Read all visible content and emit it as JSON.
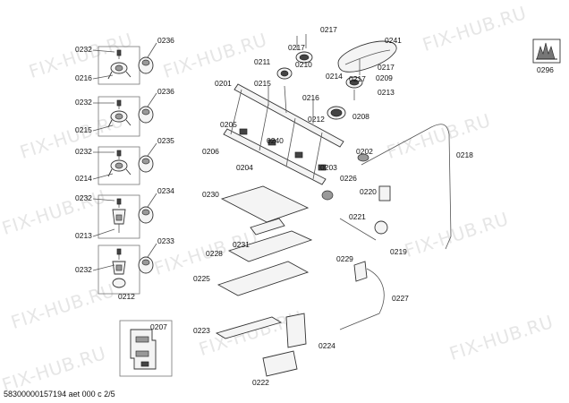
{
  "watermark": "FIX-HUB.RU",
  "footer_text": "58300000157194 aet 000 c 2/5",
  "labels": {
    "l0296": "0296",
    "l0241": "0241",
    "l0217a": "0217",
    "l0217b": "0217",
    "l0217c": "0217",
    "l0217d": "0217",
    "l0211": "0211",
    "l0210": "0210",
    "l0214": "0214",
    "l0209": "0209",
    "l0215": "0215",
    "l0216": "0216",
    "l0213": "0213",
    "l0201": "0201",
    "l0212": "0212",
    "l0208": "0208",
    "l0205": "0205",
    "l0240": "0240",
    "l0202": "0202",
    "l0206": "0206",
    "l0204": "0204",
    "l0203": "0203",
    "l0218": "0218",
    "l0226": "0226",
    "l0230": "0230",
    "l0220": "0220",
    "l0221": "0221",
    "l0219": "0219",
    "l0231": "0231",
    "l0228": "0228",
    "l0229": "0229",
    "l0225": "0225",
    "l0227": "0227",
    "l0207": "0207",
    "l0223": "0223",
    "l0224": "0224",
    "l0222": "0222",
    "s1_0232": "0232",
    "s1_0236": "0236",
    "s1_0216": "0216",
    "s2_0236": "0236",
    "s2_0232": "0232",
    "s2_0215": "0215",
    "s3_0235": "0235",
    "s3_0232": "0232",
    "s3_0214": "0214",
    "s4_0232": "0232",
    "s4_0234": "0234",
    "s4_0213": "0213",
    "s5_0233": "0233",
    "s5_0232": "0232",
    "s5_0212": "0212"
  }
}
